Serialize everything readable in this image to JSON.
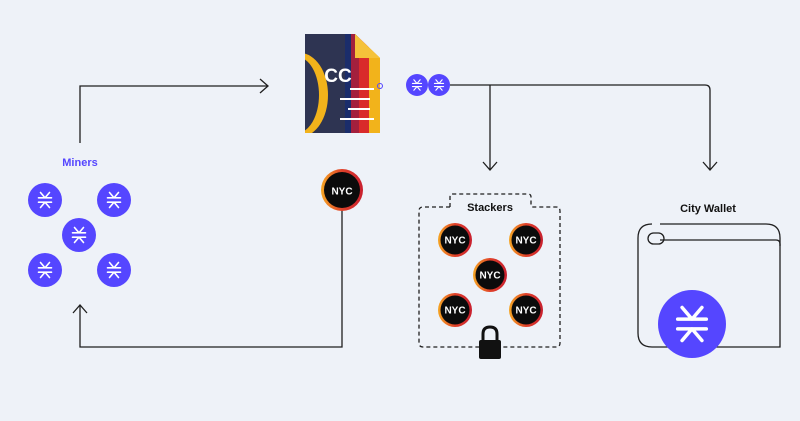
{
  "labels": {
    "miners": "Miners",
    "stackers": "Stackers",
    "city_wallet": "City Wallet",
    "contract_logo": "CC"
  },
  "nyc_token": {
    "text": "NYC"
  },
  "colors": {
    "background": "#eef2f8",
    "stacks_purple": "#5546ff",
    "miners_label": "#5546ff",
    "token_black": "#0b0b0b",
    "token_ring_left": "#f5a623",
    "token_ring_right": "#d8232a"
  },
  "icons": {
    "stx_coin": "stacks-coin-icon",
    "nyc_coin": "nyc-coin-icon",
    "contract": "citycoins-contract-icon",
    "lock": "lock-icon",
    "wallet": "wallet-icon"
  }
}
